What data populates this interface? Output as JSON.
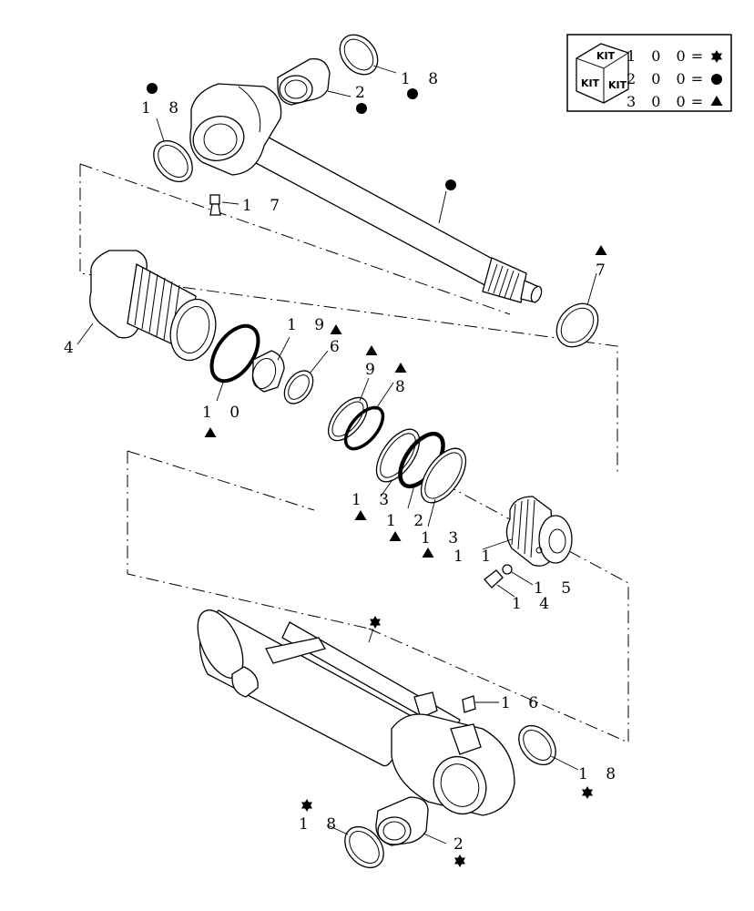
{
  "legend": {
    "title_word": "KIT",
    "rows": [
      {
        "code": "1 0 0=",
        "symbol": "star"
      },
      {
        "code": "2 0 0=",
        "symbol": "circle"
      },
      {
        "code": "3 0 0=",
        "symbol": "triangle"
      }
    ]
  },
  "callouts": {
    "p18_top_right": "1 8",
    "p2_top": "2",
    "p18_top_left": "1 8",
    "p17": "1 7",
    "p7": "7",
    "p4": "4",
    "p19": "1 9",
    "p6": "6",
    "p10": "1 0",
    "p9": "9",
    "p8": "8",
    "p13_left": "1 3",
    "p12": "1 2",
    "p13_right": "1 3",
    "p11": "1 1",
    "p15": "1 5",
    "p14": "1 4",
    "p16": "1 6",
    "p18_bottom_right": "1 8",
    "p18_bottom_left": "1 8",
    "p2_bottom": "2"
  }
}
